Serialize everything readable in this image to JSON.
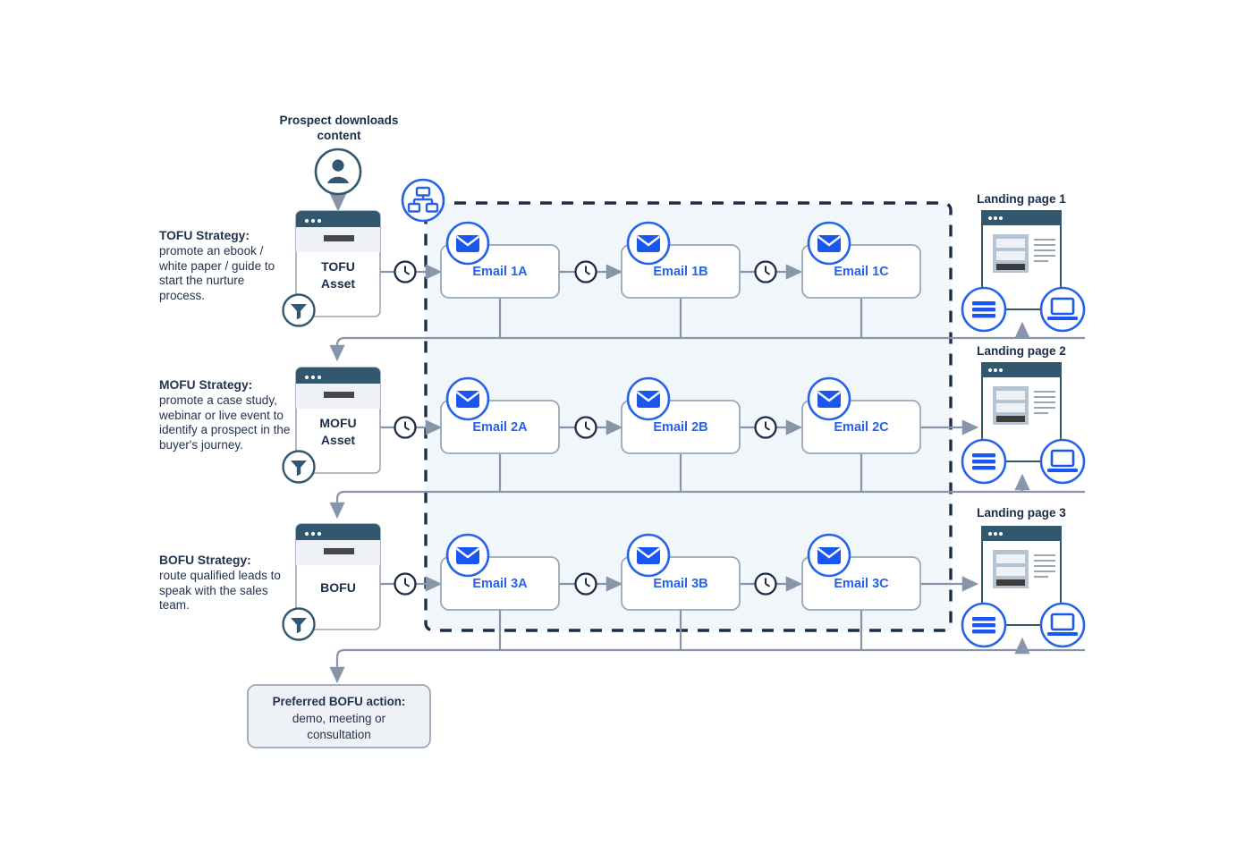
{
  "diagram": {
    "title_top": "Prospect downloads\ncontent",
    "prospect_label_line1": "Prospect downloads",
    "prospect_label_line2": "content",
    "colors": {
      "blue_accent": "#2563eb",
      "navy": "#1b2d47",
      "slate": "#3b5a72",
      "band": "#f1f6fa",
      "connector": "#8795a8",
      "card_border": "#9aa7b6",
      "dashed": "#1b2d47"
    }
  },
  "rows": [
    {
      "id": "tofu",
      "strategy_title": "TOFU Strategy:",
      "strategy_body": "promote an ebook / white paper / guide to start the nurture process.",
      "asset_label": "TOFU\nAsset",
      "asset_label_line1": "TOFU",
      "asset_label_line2": "Asset",
      "emails": [
        "Email 1A",
        "Email 1B",
        "Email 1C"
      ],
      "landing_page_label": "Landing page 1"
    },
    {
      "id": "mofu",
      "strategy_title": "MOFU Strategy:",
      "strategy_body": "promote a case study, webinar or live event to identify a prospect in the buyer's journey.",
      "asset_label": "MOFU\nAsset",
      "asset_label_line1": "MOFU",
      "asset_label_line2": "Asset",
      "emails": [
        "Email 2A",
        "Email 2B",
        "Email 2C"
      ],
      "landing_page_label": "Landing page 2"
    },
    {
      "id": "bofu",
      "strategy_title": "BOFU Strategy:",
      "strategy_body": "route qualified leads to speak with the sales team.",
      "asset_label": "BOFU",
      "asset_label_line1": "BOFU",
      "asset_label_line2": "",
      "emails": [
        "Email 3A",
        "Email 3B",
        "Email 3C"
      ],
      "landing_page_label": "Landing page 3"
    }
  ],
  "outcome": {
    "title": "Preferred BOFU action:",
    "body_line1": "demo, meeting or",
    "body_line2": "consultation"
  },
  "icons": {
    "person": "person-icon",
    "sitemap": "sitemap-icon",
    "clock": "clock-icon",
    "funnel": "funnel-icon",
    "envelope": "envelope-icon",
    "menu": "menu-icon",
    "laptop": "laptop-icon"
  }
}
